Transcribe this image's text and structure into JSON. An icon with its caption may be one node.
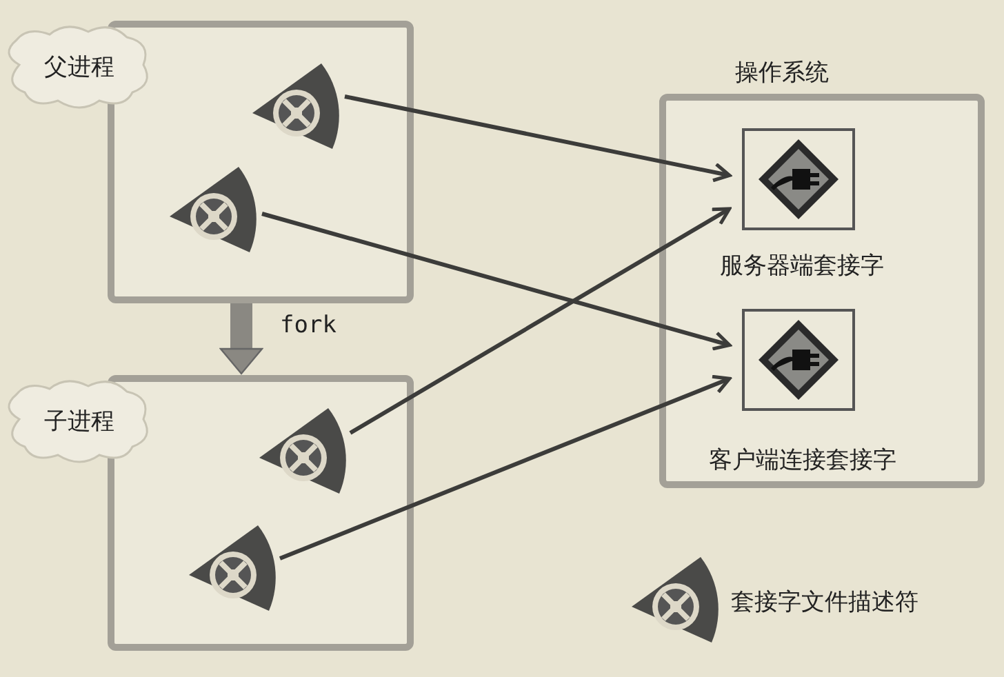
{
  "diagram": {
    "nodes": [
      {
        "text": [
          "父进程"
        ]
      },
      {
        "text": [],
        "shape": "picture",
        "in": 0
      },
      {
        "text": [],
        "shape": "picture",
        "in": 0
      },
      {
        "text": [
          "子进程"
        ]
      },
      {
        "text": [],
        "shape": "picture",
        "in": 3
      },
      {
        "text": [],
        "shape": "picture",
        "in": 3
      },
      {
        "text": [
          "操作系统"
        ]
      },
      {
        "text": [
          "服务器端套接字"
        ],
        "in": 6
      },
      {
        "text": [
          "客户端连接套接字"
        ],
        "in": 6
      }
    ],
    "edges": [
      {
        "from": 0,
        "to": 3,
        "arrow": "to",
        "label": "fork",
        "style": "thick"
      },
      {
        "from": 1,
        "to": 7,
        "arrow": "to"
      },
      {
        "from": 2,
        "to": 8,
        "arrow": "to"
      },
      {
        "from": 4,
        "to": 7,
        "arrow": "to"
      },
      {
        "from": 5,
        "to": 8,
        "arrow": "to"
      }
    ],
    "legend": [
      {
        "text": "套接字文件描述符"
      }
    ]
  }
}
